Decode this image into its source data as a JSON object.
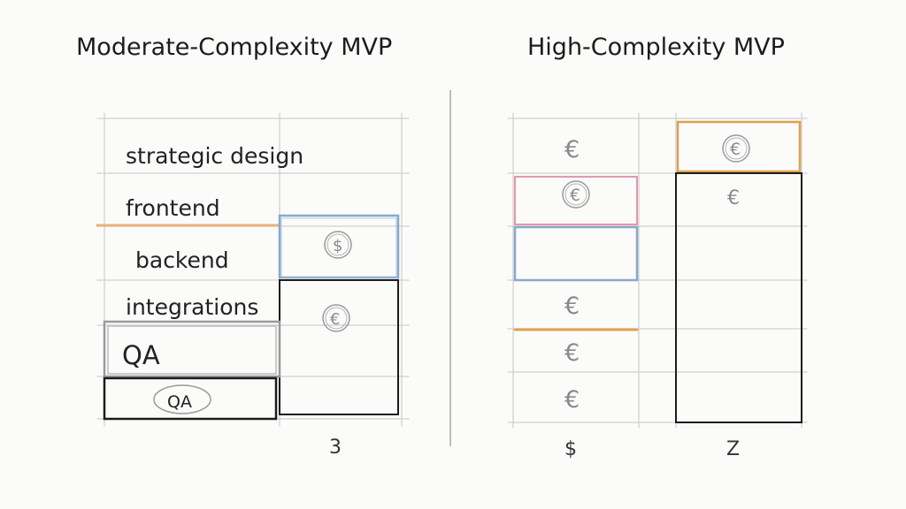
{
  "left": {
    "title": "Moderate-Complexity MVP",
    "rows": [
      "strategic design",
      "frontend",
      "backend",
      "integrations",
      "QA"
    ],
    "bar_label": "QA",
    "bar_icons": [
      "$",
      "€"
    ],
    "x_label": "3"
  },
  "right": {
    "title": "High-Complexity MVP",
    "col1_icons": [
      "€",
      "€",
      "€",
      "€",
      "€"
    ],
    "col2_icons": [
      "€",
      "€"
    ],
    "x_labels": [
      "$",
      "Z"
    ]
  },
  "colors": {
    "frontend": "#e8b27a",
    "backend": "#8aa8cc",
    "high_cost": "#e0a04f",
    "pink": "#e58aa3",
    "stroke": "#1c1c1c",
    "grid": "#c9c9c9"
  }
}
